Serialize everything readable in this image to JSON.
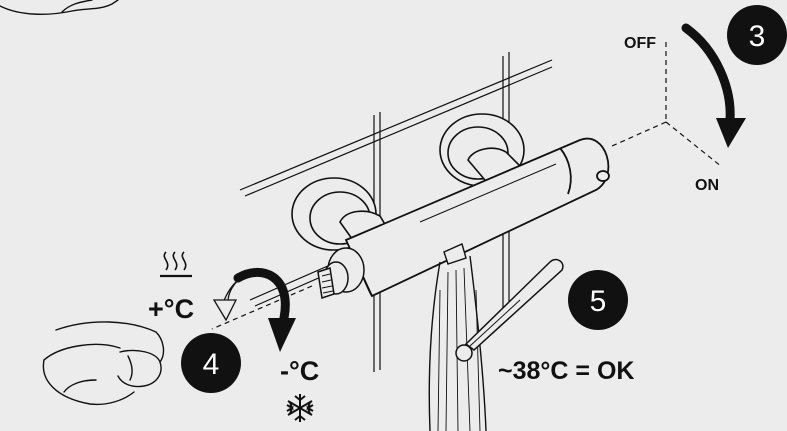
{
  "labels": {
    "off": "OFF",
    "on": "ON",
    "plus_c": "+°C",
    "minus_c": "-°C",
    "ok_text": "~38°C = OK"
  },
  "steps": {
    "step3": "3",
    "step4": "4",
    "step5": "5"
  },
  "icons": [
    "heat-waves-icon",
    "snowflake-icon"
  ],
  "colors": {
    "background": "#ececec",
    "ink": "#111111",
    "badge": "#111111",
    "badge_text": "#ffffff"
  }
}
